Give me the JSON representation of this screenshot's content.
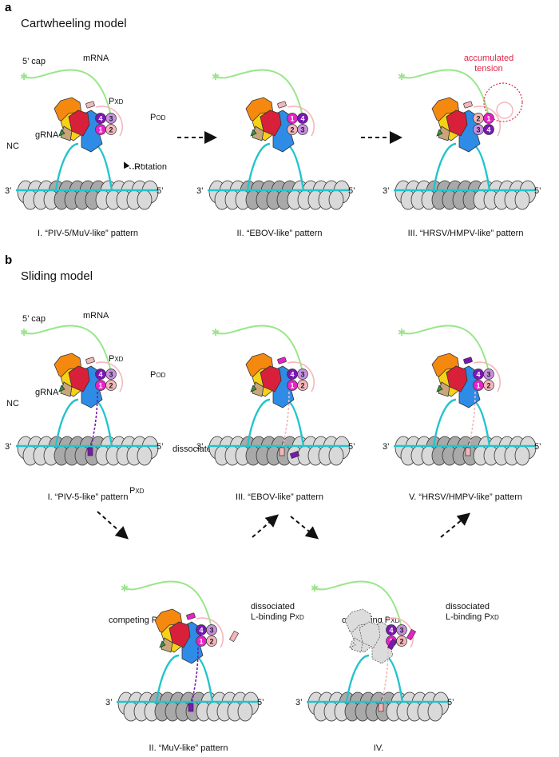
{
  "panel_a": {
    "letter": "a",
    "title": "Cartwheeling model",
    "labels": {
      "cap": "5’ cap",
      "mrna": "mRNA",
      "pxd": "P",
      "pxd_sub": "XD",
      "pod": "P",
      "pod_sub": "OD",
      "grna": "gRNA",
      "nc": "NC",
      "end3": "3’",
      "end5": "5’",
      "rotation": "Rotation",
      "tension1": "accumulated",
      "tension2": "tension"
    },
    "captions": [
      "I. “PIV-5/MuV-like” pattern",
      "II. “EBOV-like” pattern",
      "III. “HRSV/HMPV-like” pattern"
    ]
  },
  "panel_b": {
    "letter": "b",
    "title": "Sliding model",
    "labels": {
      "cap": "5’ cap",
      "mrna": "mRNA",
      "pxd": "P",
      "pxd_sub": "XD",
      "pod": "P",
      "pod_sub": "OD",
      "grna": "gRNA",
      "nc": "NC",
      "end3": "3’",
      "end5": "5’",
      "dissociated_n": "dissociated N-binding P",
      "competing": "competing P",
      "dissociated_l1": "dissociated",
      "dissociated_l2": "L-binding P"
    },
    "captions": [
      "I. “PIV-5-like” pattern",
      "III. “EBOV-like” pattern",
      "V. “HRSV/HMPV-like” pattern",
      "II. “MuV-like” pattern",
      "IV."
    ]
  },
  "tetramer_numbers": [
    "1",
    "2",
    "3",
    "4"
  ],
  "colors": {
    "mrna": "#99e68a",
    "grna": "#22c4cc",
    "orange": "#f5890f",
    "red": "#d8203a",
    "blue": "#2e8ce6",
    "yellow": "#f7d117",
    "tan": "#c9a679",
    "green": "#2f9a3a",
    "nuc_light": "#d9d9d9",
    "nuc_dark": "#a9a9a9",
    "p1": "#e623c7",
    "p2": "#f6b6b9",
    "p3": "#c890e0",
    "p4": "#7a17b3",
    "tension": "#e0244a"
  }
}
